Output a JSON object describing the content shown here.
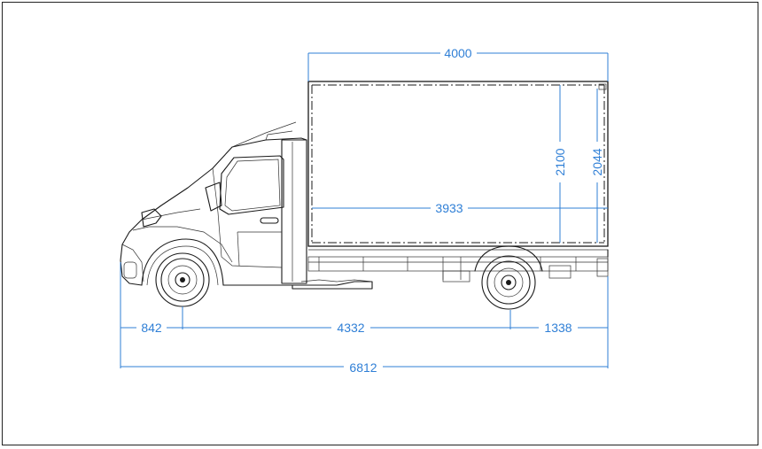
{
  "dimensions": {
    "box_length": "4000",
    "box_inner_length": "3933",
    "box_height": "2100",
    "box_height_2": "2044",
    "front_overhang": "842",
    "wheelbase": "4332",
    "rear_overhang": "1338",
    "overall_length": "6812"
  },
  "colors": {
    "dimension": "#2f7fd6",
    "outline": "#1a1a1a"
  }
}
